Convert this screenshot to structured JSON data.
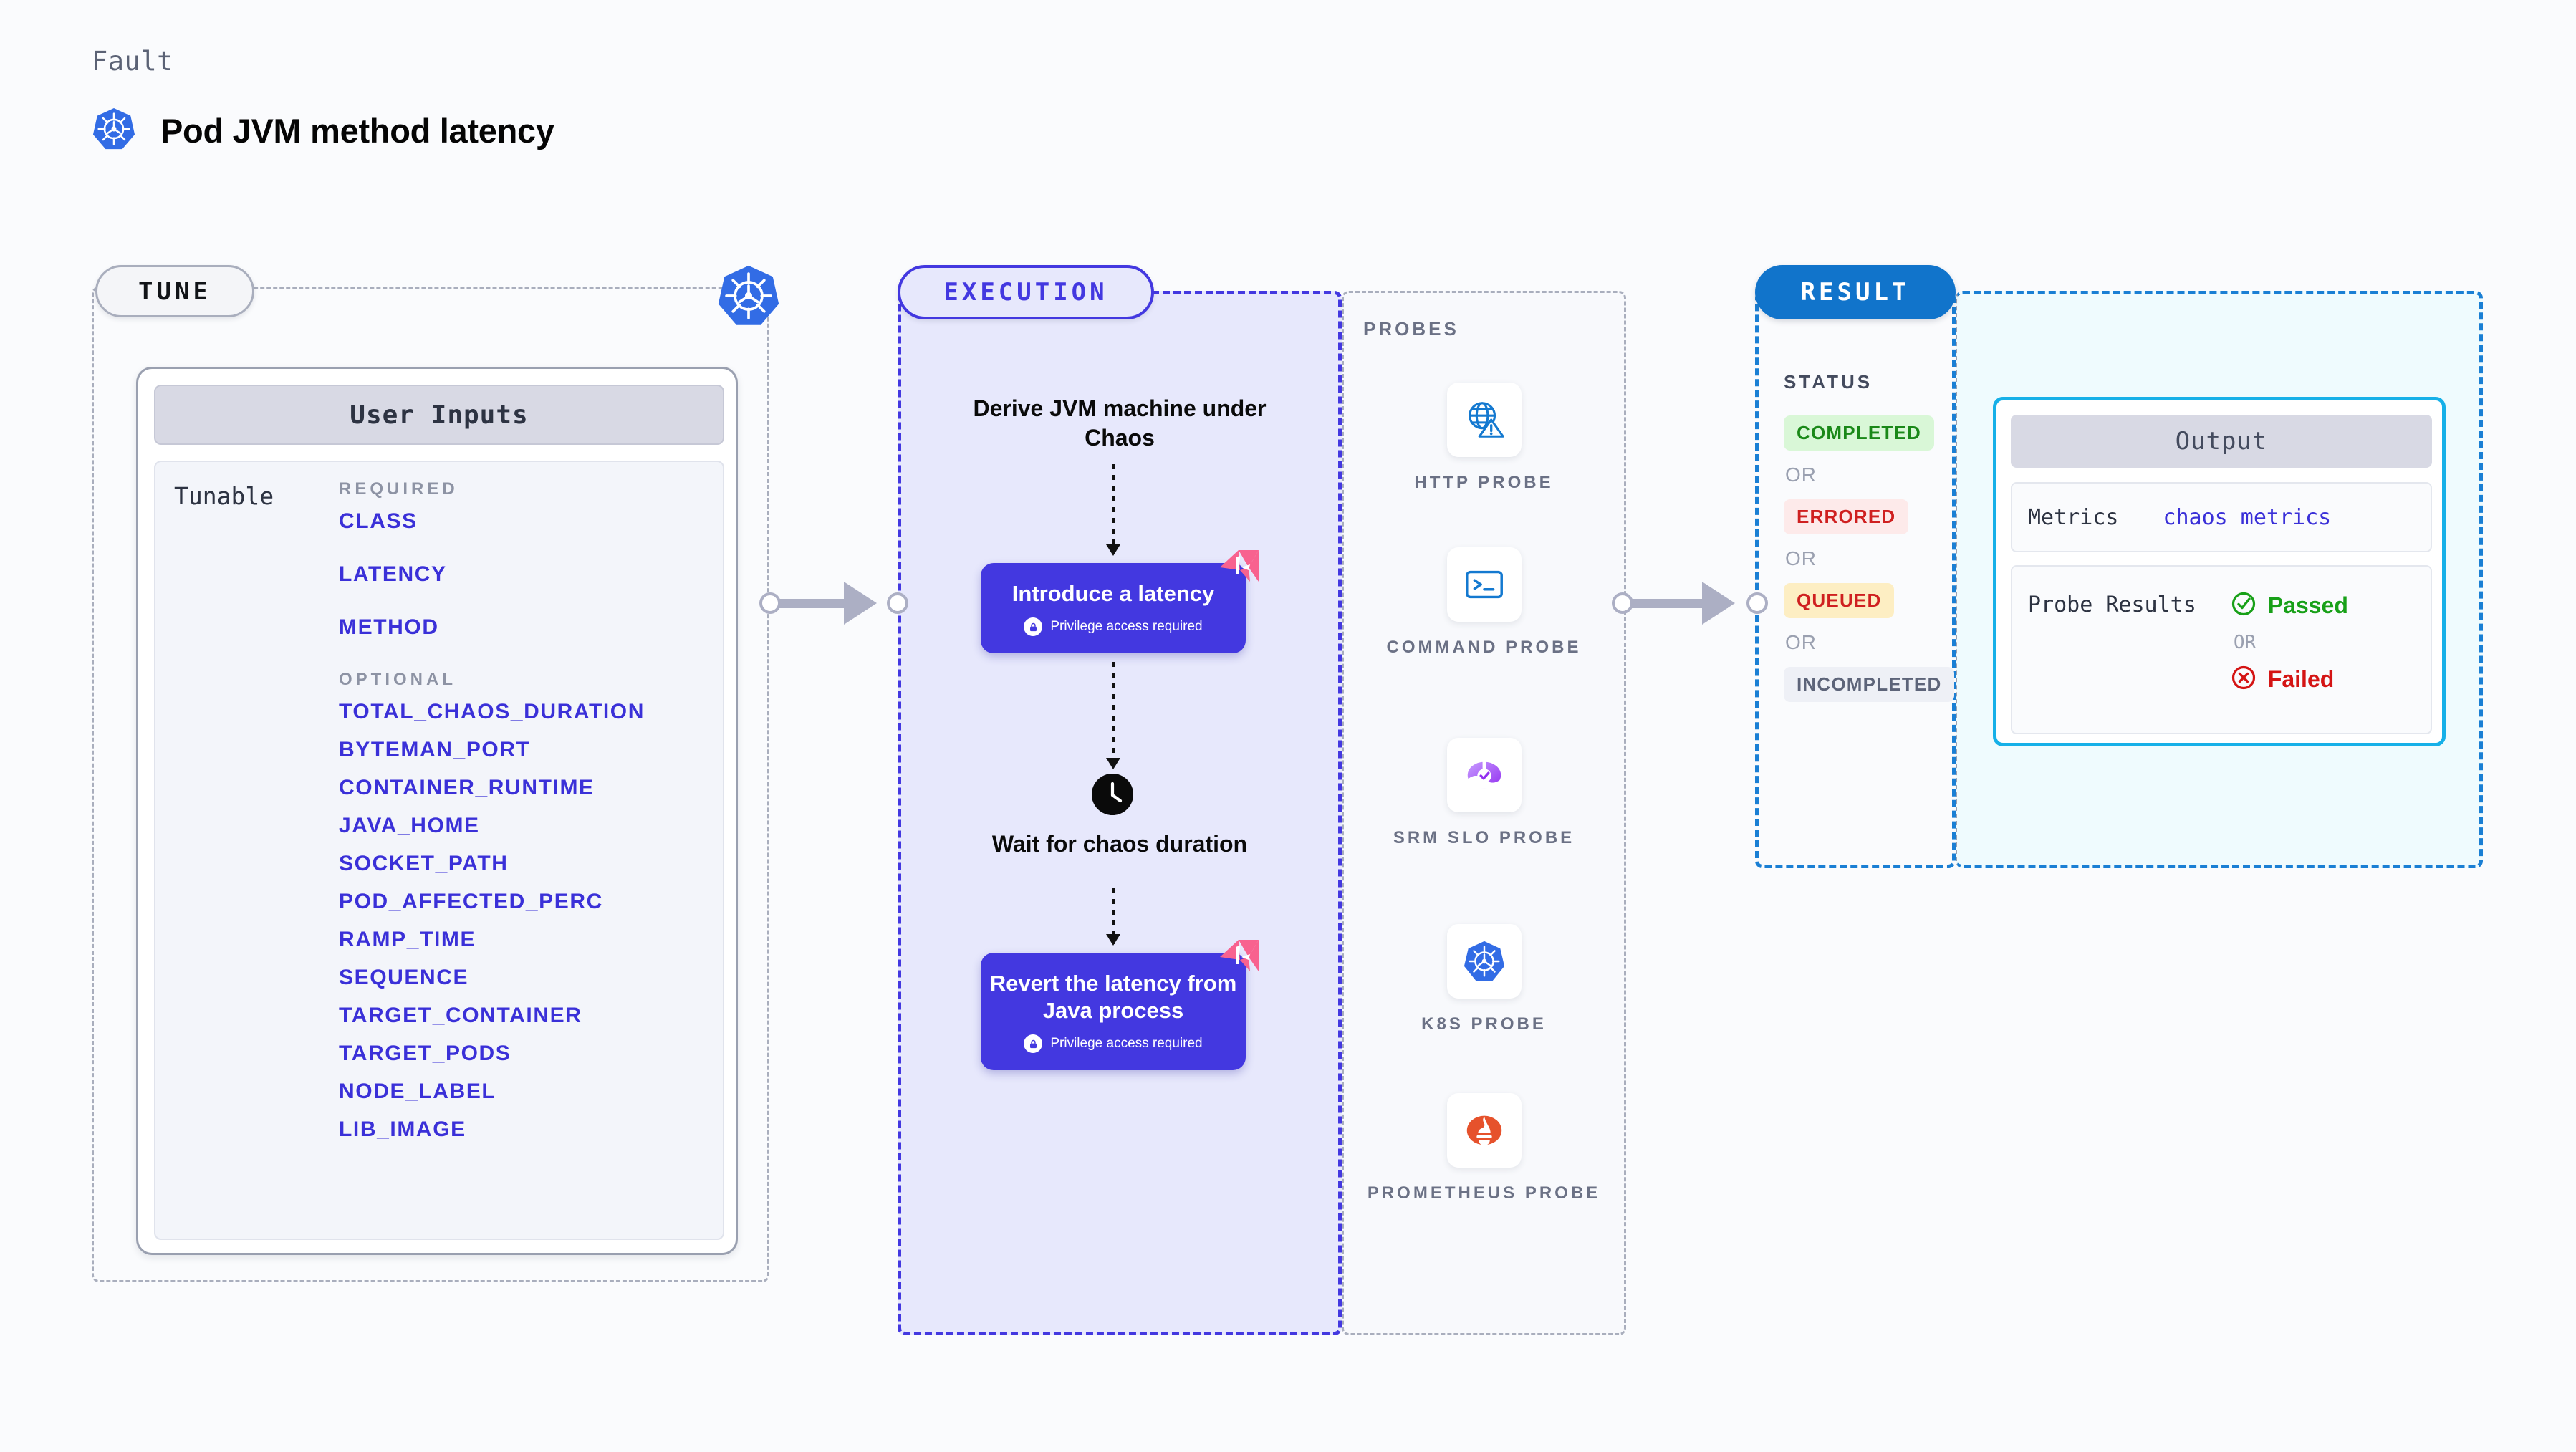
{
  "header": {
    "kicker": "Fault",
    "title": "Pod JVM method latency",
    "icon": "kubernetes-icon"
  },
  "tune": {
    "pill_label": "TUNE",
    "marker_icon": "kubernetes-icon",
    "card": {
      "header": "User Inputs",
      "row_label": "Tunable",
      "groups": [
        {
          "label": "REQUIRED",
          "params": [
            "CLASS",
            "LATENCY",
            "METHOD"
          ]
        },
        {
          "label": "OPTIONAL",
          "params": [
            "TOTAL_CHAOS_DURATION",
            "BYTEMAN_PORT",
            "CONTAINER_RUNTIME",
            "JAVA_HOME",
            "SOCKET_PATH",
            "POD_AFFECTED_PERC",
            "RAMP_TIME",
            "SEQUENCE",
            "TARGET_CONTAINER",
            "TARGET_PODS",
            "NODE_LABEL",
            "LIB_IMAGE"
          ]
        }
      ]
    }
  },
  "execution": {
    "pill_label": "EXECUTION",
    "steps": [
      {
        "type": "text",
        "label": "Derive JVM machine under Chaos"
      },
      {
        "type": "block",
        "label": "Introduce a latency",
        "privilege_note": "Privilege access required",
        "privilege_icon": "lock-icon",
        "corner_icon": "litmus-icon"
      },
      {
        "type": "text",
        "label": "Wait for chaos duration",
        "icon": "clock-icon"
      },
      {
        "type": "block",
        "label": "Revert the latency from Java process",
        "privilege_note": "Privilege access required",
        "privilege_icon": "lock-icon",
        "corner_icon": "litmus-icon"
      }
    ]
  },
  "probes": {
    "label": "PROBES",
    "items": [
      {
        "label": "HTTP PROBE",
        "icon": "globe-warning-icon"
      },
      {
        "label": "COMMAND PROBE",
        "icon": "terminal-icon"
      },
      {
        "label": "SRM SLO PROBE",
        "icon": "srm-slo-icon"
      },
      {
        "label": "K8S PROBE",
        "icon": "kubernetes-icon"
      },
      {
        "label": "PROMETHEUS PROBE",
        "icon": "prometheus-icon"
      }
    ]
  },
  "result": {
    "pill_label": "RESULT",
    "status_label": "STATUS",
    "or_label": "OR",
    "statuses": [
      {
        "label": "COMPLETED",
        "style": "completed"
      },
      {
        "label": "ERRORED",
        "style": "errored"
      },
      {
        "label": "QUEUED",
        "style": "queued"
      },
      {
        "label": "INCOMPLETED",
        "style": "incompleted"
      }
    ]
  },
  "output": {
    "card_header": "Output",
    "metrics_key": "Metrics",
    "metrics_value": "chaos metrics",
    "probe_results_key": "Probe Results",
    "or_label": "OR",
    "passed_label": "Passed",
    "failed_label": "Failed",
    "passed_icon": "check-circle-icon",
    "failed_icon": "x-circle-icon"
  },
  "colors": {
    "accent_indigo": "#4338e0",
    "accent_blue": "#1a7fd4",
    "accent_cyan": "#16b0e8",
    "k8s_blue": "#326ce5",
    "litmus_pink": "#f8628f",
    "pass_green": "#18a018",
    "fail_red": "#d41414"
  }
}
